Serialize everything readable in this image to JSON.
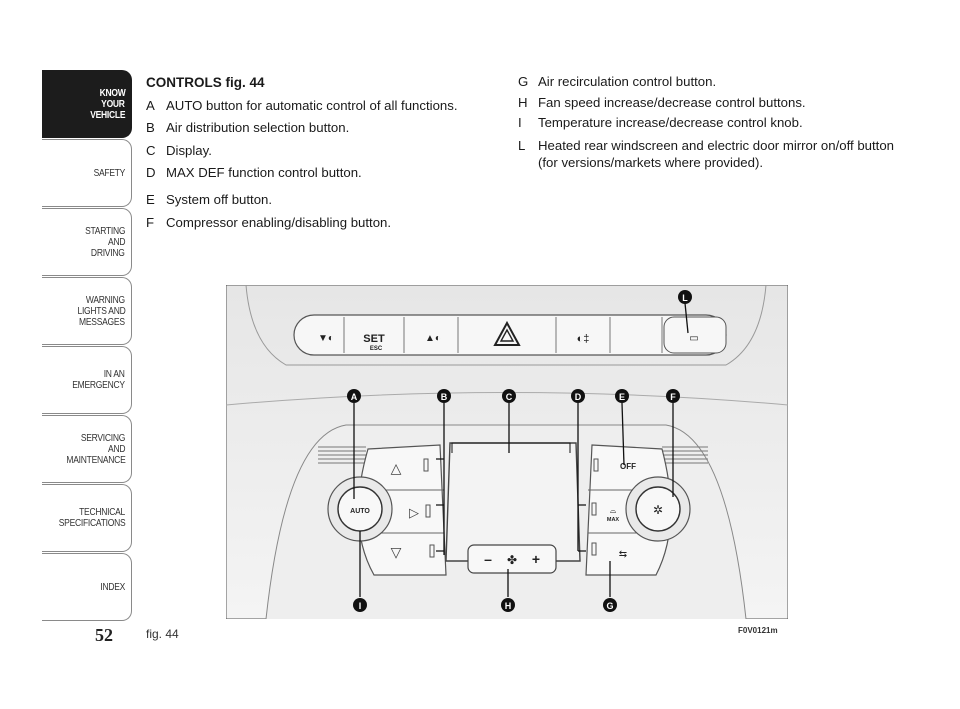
{
  "side_nav": [
    {
      "lines": [
        "KNOW",
        "YOUR",
        "VEHICLE"
      ],
      "active": true
    },
    {
      "lines": [
        "SAFETY"
      ],
      "active": false
    },
    {
      "lines": [
        "STARTING",
        "AND",
        "DRIVING"
      ],
      "active": false
    },
    {
      "lines": [
        "WARNING",
        "LIGHTS AND",
        "MESSAGES"
      ],
      "active": false
    },
    {
      "lines": [
        "IN AN",
        "EMERGENCY"
      ],
      "active": false
    },
    {
      "lines": [
        "SERVICING",
        "AND",
        "MAINTENANCE"
      ],
      "active": false
    },
    {
      "lines": [
        "TECHNICAL",
        "SPECIFICATIONS"
      ],
      "active": false
    },
    {
      "lines": [
        "INDEX"
      ],
      "active": false
    }
  ],
  "page_number": "52",
  "section": {
    "heading": "CONTROLS fig. 44",
    "items_left": [
      {
        "letter": "A",
        "text": "AUTO button for automatic control of all functions."
      },
      {
        "letter": "B",
        "text": "Air distribution selection button."
      },
      {
        "letter": "C",
        "text": "Display."
      },
      {
        "letter": "D",
        "text": "MAX DEF function control button."
      },
      {
        "letter": "E",
        "text": "System off button."
      },
      {
        "letter": "F",
        "text": "Compressor enabling/disabling button."
      }
    ],
    "items_right": [
      {
        "letter": "G",
        "text": "Air recirculation control button."
      },
      {
        "letter": "H",
        "text": "Fan speed increase/decrease control buttons."
      },
      {
        "letter": "I",
        "text": "Temperature increase/decrease control knob."
      },
      {
        "letter": "L",
        "text": "Heated rear windscreen and electric door mirror on/off button (for versions/markets where provided)."
      }
    ]
  },
  "figure": {
    "caption": "fig. 44",
    "code": "F0V0121m",
    "callouts": [
      "A",
      "B",
      "C",
      "D",
      "E",
      "F",
      "G",
      "H",
      "I",
      "L"
    ],
    "panel_labels": {
      "set": "SET",
      "esc": "ESC",
      "auto": "AUTO",
      "off": "OFF",
      "max": "MAX",
      "minus": "–",
      "plus": "+"
    }
  },
  "colors": {
    "panel_bg": "#f2f2f2",
    "callout_fill": "#111111",
    "active_tab": "#1c1c1c"
  }
}
